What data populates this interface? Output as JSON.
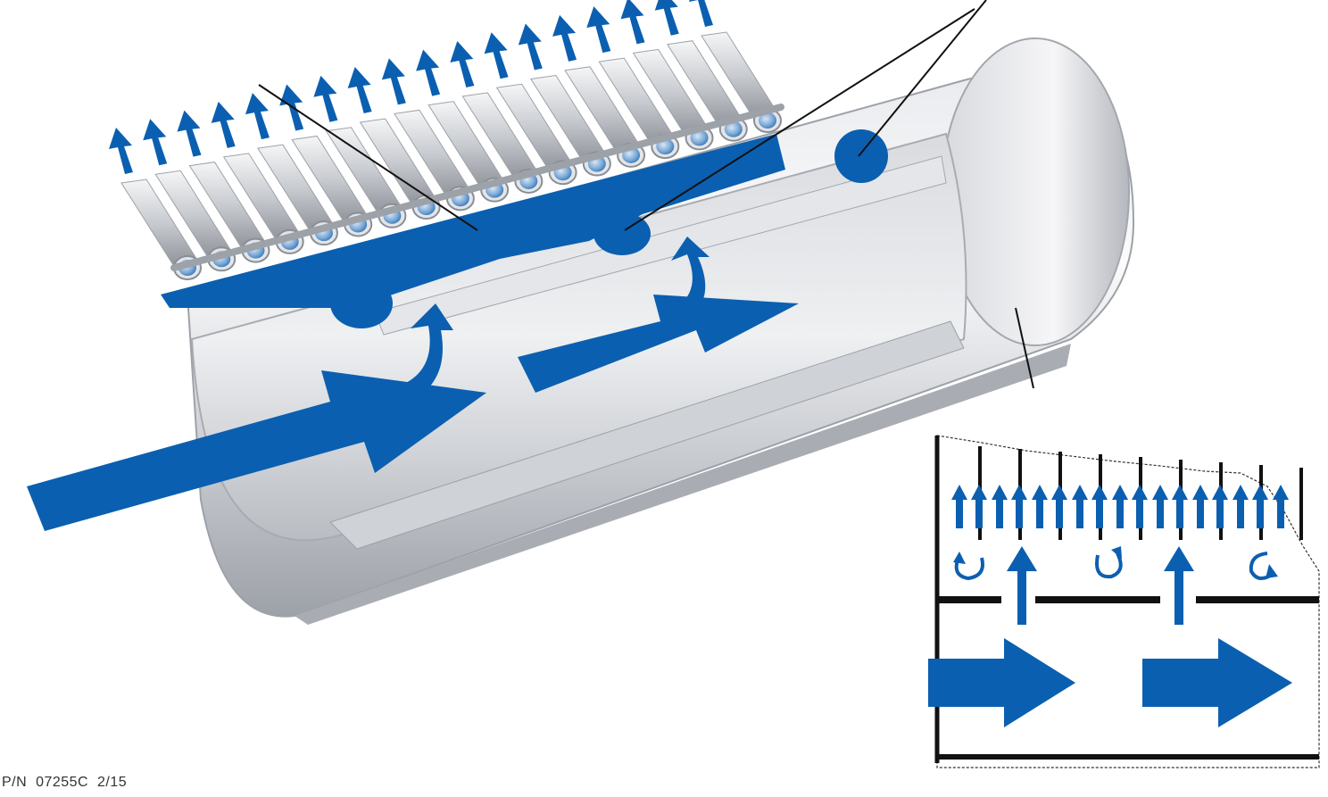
{
  "footer": {
    "part_number": "P/N  07255C  2/15"
  },
  "colors": {
    "flow": "#0b5fb0",
    "metal_light": "#f2f3f5",
    "metal_mid": "#c4c7cc",
    "metal_dark": "#8a8e95",
    "line": "#111111"
  },
  "diagram": {
    "fins": 18,
    "inset_channels": 8
  }
}
